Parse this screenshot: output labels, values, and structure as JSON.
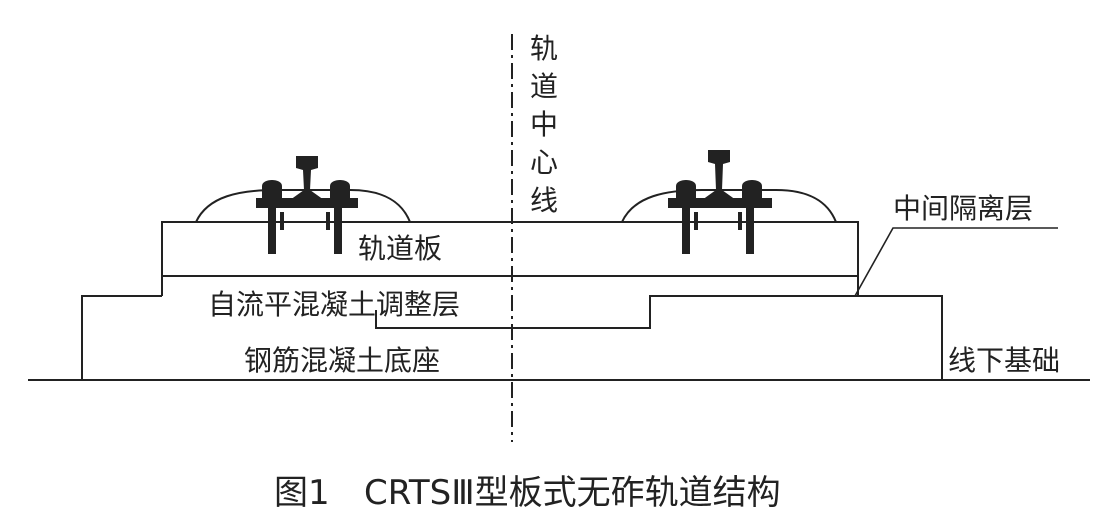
{
  "labels": {
    "centerline": [
      "轨",
      "道",
      "中",
      "心",
      "线"
    ],
    "track_slab": "轨道板",
    "isolation_layer": "中间隔离层",
    "self_compacting_layer": "自流平混凝土调整层",
    "rc_base": "钢筋混凝土底座",
    "subgrade": "线下基础"
  },
  "caption": {
    "figure_no": "图1",
    "title": "CRTSⅢ型板式无砟轨道结构"
  },
  "colors": {
    "line": "#222222",
    "background": "#ffffff"
  }
}
